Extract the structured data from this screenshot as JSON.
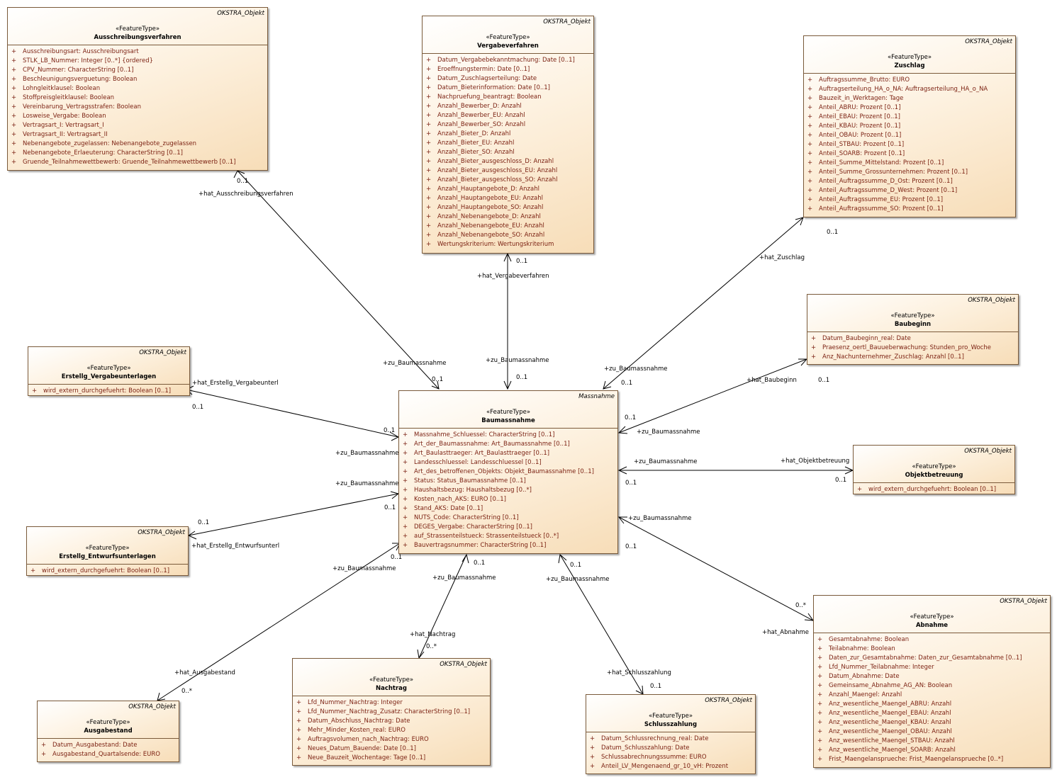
{
  "boxes": {
    "ausschreibungsverfahren": {
      "package": "OKSTRA_Objekt",
      "stereotype": "«FeatureType»",
      "name": "Ausschreibungsverfahren",
      "attributes": [
        "Ausschreibungsart: Ausschreibungsart",
        "STLK_LB_Nummer: Integer [0..*] {ordered}",
        "CPV_Nummer: CharacterString [0..1]",
        "Beschleunigungsverguetung: Boolean",
        "Lohngleitklausel: Boolean",
        "Stoffpreisgleitklausel: Boolean",
        "Vereinbarung_Vertragsstrafen: Boolean",
        "Losweise_Vergabe: Boolean",
        "Vertragsart_I: Vertragsart_I",
        "Vertragsart_II: Vertragsart_II",
        "Nebenangebote_zugelassen: Nebenangebote_zugelassen",
        "Nebenangebote_Erlaeuterung: CharacterString [0..1]",
        "Gruende_Teilnahmewettbewerb: Gruende_Teilnahmewettbewerb [0..1]"
      ]
    },
    "vergabeverfahren": {
      "package": "OKSTRA_Objekt",
      "stereotype": "«FeatureType»",
      "name": "Vergabeverfahren",
      "attributes": [
        "Datum_Vergabebekanntmachung: Date [0..1]",
        "Eroeffnungstermin: Date [0..1]",
        "Datum_Zuschlagserteilung: Date",
        "Datum_Bieterinformation: Date [0..1]",
        "Nachpruefung_beantragt: Boolean",
        "Anzahl_Bewerber_D: Anzahl",
        "Anzahl_Bewerber_EU: Anzahl",
        "Anzahl_Bewerber_SO: Anzahl",
        "Anzahl_Bieter_D: Anzahl",
        "Anzahl_Bieter_EU: Anzahl",
        "Anzahl_Bieter_SO: Anzahl",
        "Anzahl_Bieter_ausgeschloss_D: Anzahl",
        "Anzahl_Bieter_ausgeschloss_EU: Anzahl",
        "Anzahl_Bieter_ausgeschloss_SO: Anzahl",
        "Anzahl_Hauptangebote_D: Anzahl",
        "Anzahl_Hauptangebote_EU: Anzahl",
        "Anzahl_Hauptangebote_SO: Anzahl",
        "Anzahl_Nebenangebote_D: Anzahl",
        "Anzahl_Nebenangebote_EU: Anzahl",
        "Anzahl_Nebenangebote_SO: Anzahl",
        "Wertungskriterium: Wertungskriterium"
      ]
    },
    "zuschlag": {
      "package": "OKSTRA_Objekt",
      "stereotype": "«FeatureType»",
      "name": "Zuschlag",
      "attributes": [
        "Auftragssumme_Brutto: EURO",
        "Auftragserteilung_HA_o_NA: Auftragserteilung_HA_o_NA",
        "Bauzeit_in_Werktagen: Tage",
        "Anteil_ABRU: Prozent [0..1]",
        "Anteil_EBAU: Prozent [0..1]",
        "Anteil_KBAU: Prozent [0..1]",
        "Anteil_OBAU: Prozent [0..1]",
        "Anteil_STBAU: Prozent [0..1]",
        "Anteil_SOARB: Prozent [0..1]",
        "Anteil_Summe_Mittelstand: Prozent [0..1]",
        "Anteil_Summe_Grossunternehmen: Prozent [0..1]",
        "Anteil_Auftragssumme_D_Ost: Prozent [0..1]",
        "Anteil_Auftragssumme_D_West: Prozent [0..1]",
        "Anteil_Auftragssumme_EU: Prozent [0..1]",
        "Anteil_Auftragssumme_SO: Prozent [0..1]"
      ]
    },
    "baubeginn": {
      "package": "OKSTRA_Objekt",
      "stereotype": "«FeatureType»",
      "name": "Baubeginn",
      "attributes": [
        "Datum_Baubeginn_real: Date",
        "Praesenz_oertl_Bauueberwachung: Stunden_pro_Woche",
        "Anz_Nachunternehmer_Zuschlag: Anzahl [0..1]"
      ]
    },
    "erstellg_vergabeunterlagen": {
      "package": "OKSTRA_Objekt",
      "stereotype": "«FeatureType»",
      "name": "Erstellg_Vergabeunterlagen",
      "attributes": [
        "wird_extern_durchgefuehrt: Boolean [0..1]"
      ]
    },
    "baumassnahme": {
      "package": "Massnahme",
      "stereotype": "«FeatureType»",
      "name": "Baumassnahme",
      "attributes": [
        "Massnahme_Schluessel: CharacterString [0..1]",
        "Art_der_Baumassnahme: Art_Baumassnahme [0..1]",
        "Art_Baulasttraeger: Art_Baulasttraeger [0..1]",
        "Landesschluessel: Landesschluessel [0..1]",
        "Art_des_betroffenen_Objekts: Objekt_Baumassnahme [0..1]",
        "Status: Status_Baumassnahme [0..1]",
        "Haushaltsbezug: Haushaltsbezug [0..*]",
        "Kosten_nach_AKS: EURO [0..1]",
        "Stand_AKS: Date [0..1]",
        "NUTS_Code: CharacterString [0..1]",
        "DEGES_Vergabe: CharacterString [0..1]",
        "auf_Strassenteilstueck: Strassenteilstueck [0..*]",
        "Bauvertragsnummer: CharacterString [0..1]"
      ]
    },
    "objektbetreuung": {
      "package": "OKSTRA_Objekt",
      "stereotype": "«FeatureType»",
      "name": "Objektbetreuung",
      "attributes": [
        "wird_extern_durchgefuehrt: Boolean [0..1]"
      ]
    },
    "erstellg_entwurfsunterlagen": {
      "package": "OKSTRA_Objekt",
      "stereotype": "«FeatureType»",
      "name": "Erstellg_Entwurfsunterlagen",
      "attributes": [
        "wird_extern_durchgefuehrt: Boolean [0..1]"
      ]
    },
    "abnahme": {
      "package": "OKSTRA_Objekt",
      "stereotype": "«FeatureType»",
      "name": "Abnahme",
      "attributes": [
        "Gesamtabnahme: Boolean",
        "Teilabnahme: Boolean",
        "Daten_zur_Gesamtabnahme: Daten_zur_Gesamtabnahme [0..1]",
        "Lfd_Nummer_Teilabnahme: Integer",
        "Datum_Abnahme: Date",
        "Gemeinsame_Abnahme_AG_AN: Boolean",
        "Anzahl_Maengel: Anzahl",
        "Anz_wesentliche_Maengel_ABRU: Anzahl",
        "Anz_wesentliche_Maengel_EBAU: Anzahl",
        "Anz_wesentliche_Maengel_KBAU: Anzahl",
        "Anz_wesentliche_Maengel_OBAU: Anzahl",
        "Anz_wesentliche_Maengel_STBAU: Anzahl",
        "Anz_wesentliche_Maengel_SOARB: Anzahl",
        "Frist_Maengelansprueche: Frist_Maengelansprueche [0..*]"
      ]
    },
    "ausgabestand": {
      "package": "OKSTRA_Objekt",
      "stereotype": "«FeatureType»",
      "name": "Ausgabestand",
      "attributes": [
        "Datum_Ausgabestand: Date",
        "Ausgabestand_Quartalsende: EURO"
      ]
    },
    "nachtrag": {
      "package": "OKSTRA_Objekt",
      "stereotype": "«FeatureType»",
      "name": "Nachtrag",
      "attributes": [
        "Lfd_Nummer_Nachtrag: Integer",
        "Lfd_Nummer_Nachtrag_Zusatz: CharacterString [0..1]",
        "Datum_Abschluss_Nachtrag: Date",
        "Mehr_Minder_Kosten_real: EURO",
        "Auftragsvolumen_nach_Nachtrag: EURO",
        "Neues_Datum_Bauende: Date [0..1]",
        "Neue_Bauzeit_Wochentage: Tage [0..1]"
      ]
    },
    "schlusszahlung": {
      "package": "OKSTRA_Objekt",
      "stereotype": "«FeatureType»",
      "name": "Schlusszahlung",
      "attributes": [
        "Datum_Schlussrechnung_real: Date",
        "Datum_Schlusszahlung: Date",
        "Schlussabrechnungssumme: EURO",
        "Anteil_LV_Mengenaend_gr_10_vH: Prozent"
      ]
    }
  },
  "labels": {
    "hat_ausschreibungsverfahren": "+hat_Ausschreibungsverfahren",
    "hat_vergabeverfahren": "+hat_Vergabeverfahren",
    "hat_zuschlag": "+hat_Zuschlag",
    "hat_baubeginn": "+hat_Baubeginn",
    "hat_erstellg_vergabeunterl": "+hat_Erstellg_Vergabeunterl",
    "hat_objektbetreuung": "+hat_Objektbetreuung",
    "hat_erstellg_entwurfsunterl": "+hat_Erstellg_Entwurfsunterl",
    "hat_abnahme": "+hat_Abnahme",
    "hat_ausgabestand": "+hat_Ausgabestand",
    "hat_nachtrag": "+hat_Nachtrag",
    "hat_schlusszahlung": "+hat_Schlusszahlung",
    "zu_baumassnahme": "+zu_Baumassnahme",
    "mult_01": "0..1",
    "mult_0n": "0..*"
  }
}
